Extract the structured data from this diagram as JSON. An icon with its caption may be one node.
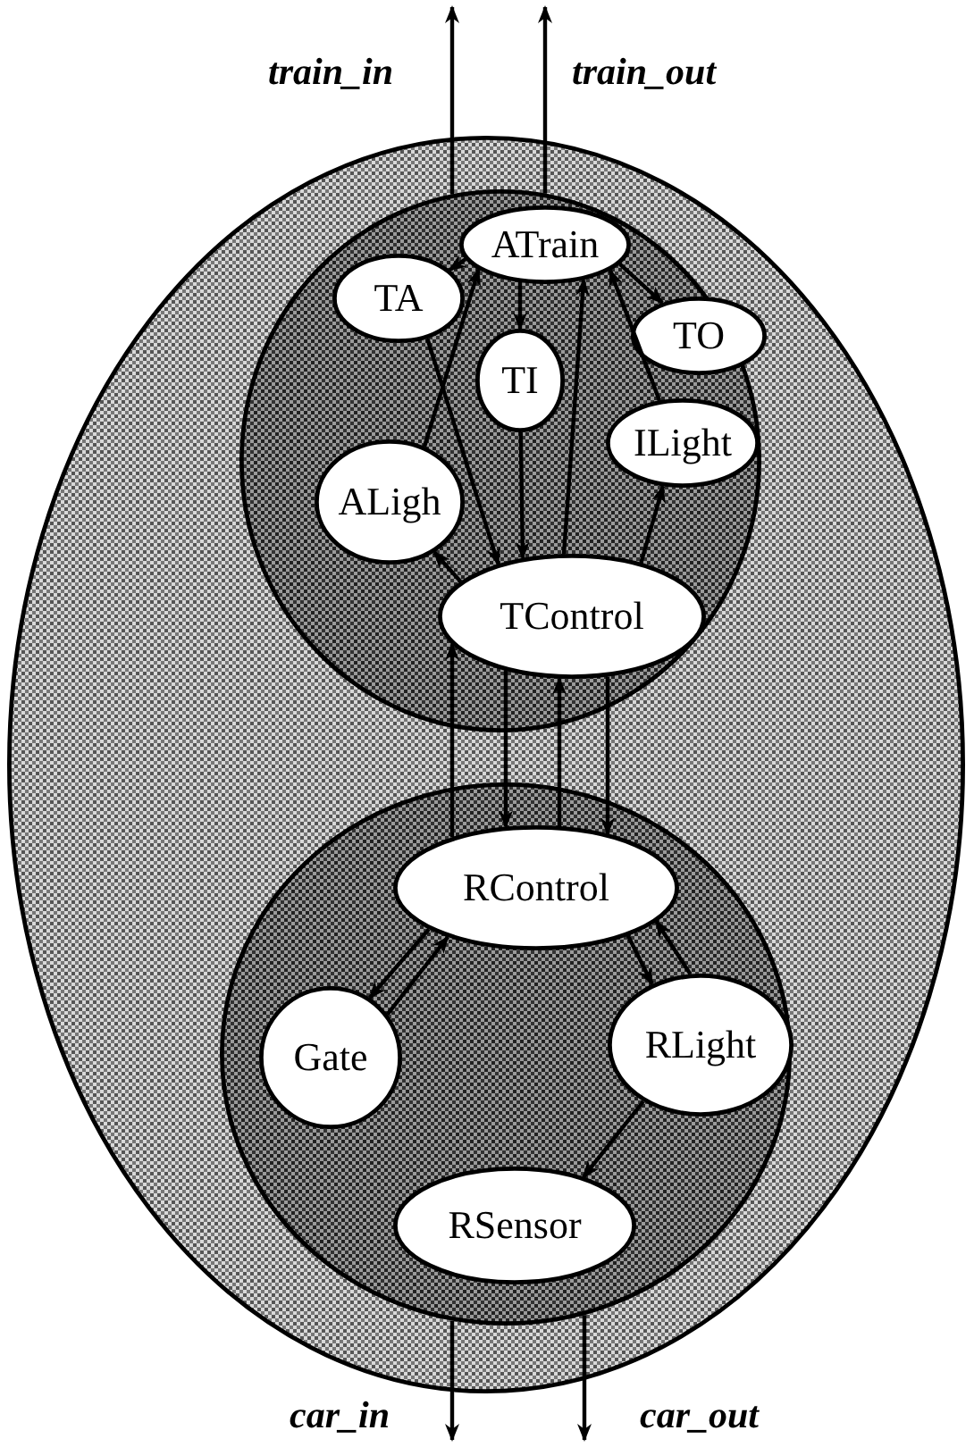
{
  "diagram": {
    "nodes": [
      {
        "text": [],
        "shape": "circle"
      },
      {
        "text": [],
        "shape": "circle",
        "in": 0
      },
      {
        "text": [
          "ATrain"
        ],
        "in": 1
      },
      {
        "text": [
          "TA"
        ],
        "in": 1
      },
      {
        "text": [
          "TI"
        ],
        "in": 1
      },
      {
        "text": [
          "TO"
        ],
        "in": 1
      },
      {
        "text": [
          "ILight"
        ],
        "in": 1
      },
      {
        "text": [
          "ALigh"
        ],
        "in": 1
      },
      {
        "text": [
          "TControl"
        ],
        "in": 1
      },
      {
        "text": [],
        "shape": "circle",
        "in": 0
      },
      {
        "text": [
          "RControl"
        ],
        "in": 9
      },
      {
        "text": [
          "Gate"
        ],
        "in": 9
      },
      {
        "text": [
          "RLight"
        ],
        "in": 9
      },
      {
        "text": [
          "RSensor"
        ],
        "in": 9
      }
    ],
    "edges": [
      {
        "from": 1,
        "to": null,
        "arrow": "to",
        "label": "train_in"
      },
      {
        "from": 1,
        "to": null,
        "arrow": "to",
        "label": "train_out"
      },
      {
        "from": 9,
        "to": null,
        "arrow": "to",
        "label": "car_in"
      },
      {
        "from": 9,
        "to": null,
        "arrow": "to",
        "label": "car_out"
      },
      {
        "from": 2,
        "to": 3,
        "arrow": "to"
      },
      {
        "from": 7,
        "to": 2,
        "arrow": "to"
      },
      {
        "from": 3,
        "to": 8,
        "arrow": "to"
      },
      {
        "from": 2,
        "to": 4,
        "arrow": "to"
      },
      {
        "from": 4,
        "to": 8,
        "arrow": "to"
      },
      {
        "from": 2,
        "to": 5,
        "arrow": "to"
      },
      {
        "from": 8,
        "to": 2,
        "arrow": "to"
      },
      {
        "from": 6,
        "to": 2,
        "arrow": "to"
      },
      {
        "from": 8,
        "to": 6,
        "arrow": "to"
      },
      {
        "from": 8,
        "to": 7,
        "arrow": "to"
      },
      {
        "from": 10,
        "to": 8,
        "arrow": "to"
      },
      {
        "from": 8,
        "to": 10,
        "arrow": "to"
      },
      {
        "from": 10,
        "to": 8,
        "arrow": "to"
      },
      {
        "from": 8,
        "to": 10,
        "arrow": "to"
      },
      {
        "from": 10,
        "to": 11,
        "arrow": "to"
      },
      {
        "from": 11,
        "to": 10,
        "arrow": "to"
      },
      {
        "from": 10,
        "to": 12,
        "arrow": "to"
      },
      {
        "from": 12,
        "to": 10,
        "arrow": "to"
      },
      {
        "from": 12,
        "to": 13,
        "arrow": "to"
      }
    ]
  }
}
